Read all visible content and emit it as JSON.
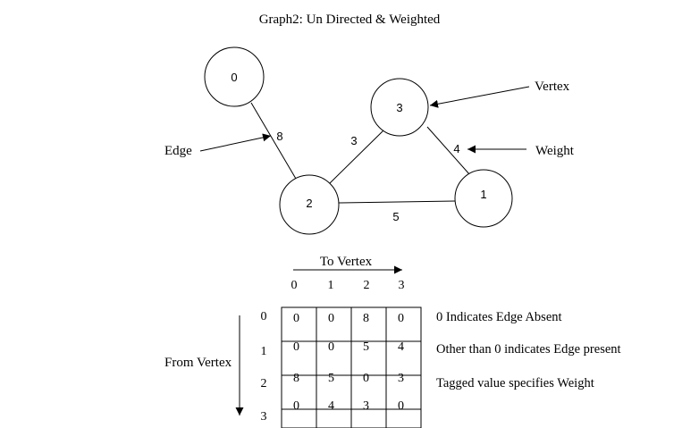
{
  "title": "Graph2: Un Directed & Weighted",
  "vertices": [
    {
      "id": "0",
      "label": "0"
    },
    {
      "id": "1",
      "label": "1"
    },
    {
      "id": "2",
      "label": "2"
    },
    {
      "id": "3",
      "label": "3"
    }
  ],
  "edges": [
    {
      "from": "0",
      "to": "2",
      "weight": "8"
    },
    {
      "from": "2",
      "to": "3",
      "weight": "3"
    },
    {
      "from": "3",
      "to": "1",
      "weight": "4"
    },
    {
      "from": "2",
      "to": "1",
      "weight": "5"
    }
  ],
  "annotations": {
    "vertex": "Vertex",
    "edge": "Edge",
    "weight": "Weight"
  },
  "matrix": {
    "to_label": "To Vertex",
    "from_label": "From Vertex",
    "col_headers": [
      "0",
      "1",
      "2",
      "3"
    ],
    "row_headers": [
      "0",
      "1",
      "2",
      "3"
    ],
    "cells": [
      [
        "0",
        "0",
        "8",
        "0"
      ],
      [
        "0",
        "0",
        "5",
        "4"
      ],
      [
        "8",
        "5",
        "0",
        "3"
      ],
      [
        "0",
        "4",
        "3",
        "0"
      ]
    ]
  },
  "notes": [
    "0 Indicates Edge Absent",
    "Other than 0 indicates Edge present",
    "Tagged value specifies Weight"
  ]
}
